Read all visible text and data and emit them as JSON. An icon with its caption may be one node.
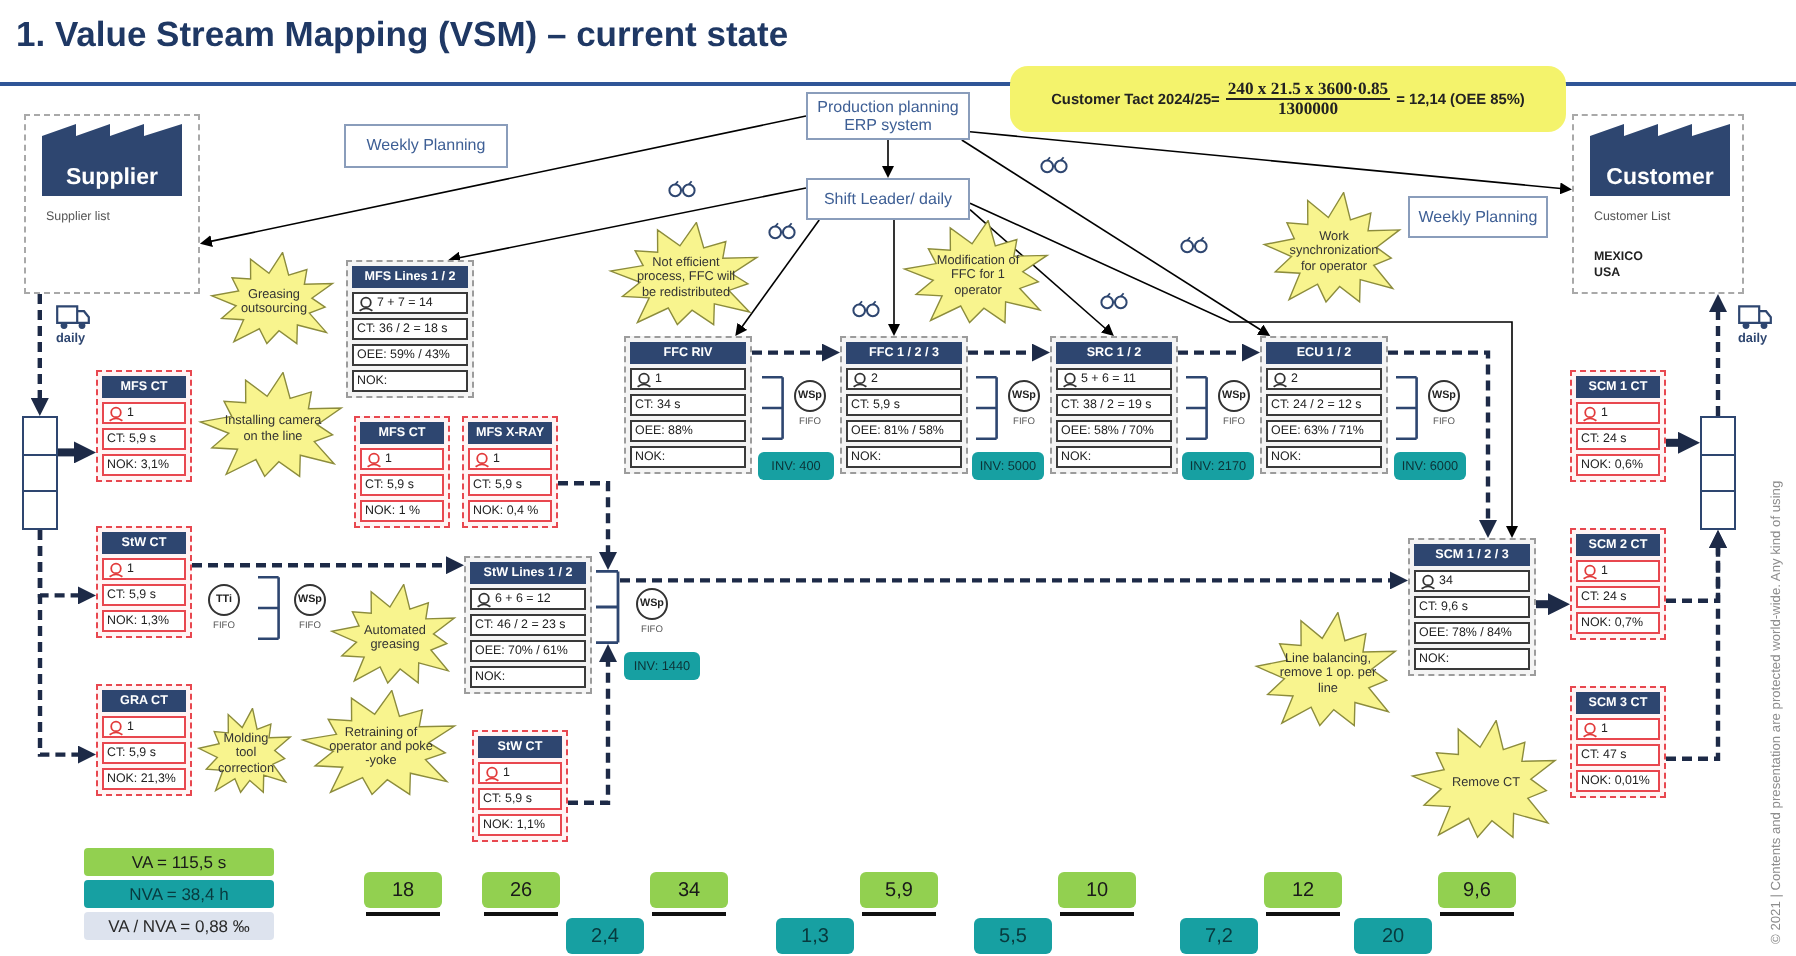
{
  "diagram": {
    "title": "1. Value Stream Mapping (VSM) – current state",
    "nodes": [
      {
        "text": [
          "Supplier",
          "Supplier list"
        ]
      },
      {
        "text": [
          "Weekly Planning"
        ]
      },
      {
        "text": [
          "Production planning ERP system"
        ]
      },
      {
        "text": [
          "Customer Tact 2024/25=",
          "240 x 21.5 x 3600·0.85",
          "1300000",
          "= 12,14 (OEE 85%)"
        ]
      },
      {
        "text": [
          "Customer",
          "Customer List",
          "MEXICO",
          "USA"
        ]
      },
      {
        "text": [
          "Shift Leader/ daily"
        ]
      },
      {
        "text": [
          "Weekly Planning"
        ]
      },
      {
        "text": [
          "Greasing outsourcing"
        ]
      },
      {
        "text": [
          "MFS Lines 1 / 2",
          "7 + 7 = 14",
          "CT: 36 / 2 = 18 s",
          "OEE: 59% / 43%",
          "NOK:"
        ]
      },
      {
        "text": [
          "Not efficient process, FFC will be redistributed"
        ]
      },
      {
        "text": [
          "Modification of FFC for 1 operator"
        ]
      },
      {
        "text": [
          "Work synchronization for operator"
        ]
      },
      {
        "text": [
          "FFC RIV",
          "1",
          "CT: 34 s",
          "OEE: 88%",
          "NOK:"
        ]
      },
      {
        "text": [
          "INV: 400"
        ]
      },
      {
        "text": [
          "FFC 1 / 2 / 3",
          "2",
          "CT: 5,9 s",
          "OEE: 81% / 58%",
          "NOK:"
        ]
      },
      {
        "text": [
          "INV: 5000"
        ]
      },
      {
        "text": [
          "SRC 1 / 2",
          "5 + 6 = 11",
          "CT: 38 / 2 = 19 s",
          "OEE: 58% / 70%",
          "NOK:"
        ]
      },
      {
        "text": [
          "INV: 2170"
        ]
      },
      {
        "text": [
          "ECU 1 / 2",
          "2",
          "CT: 24 / 2 = 12 s",
          "OEE: 63% / 71%",
          "NOK:"
        ]
      },
      {
        "text": [
          "INV: 6000"
        ]
      },
      {
        "text": [],
        "shape": "box"
      },
      {
        "text": [
          "MFS CT",
          "1",
          "CT: 5,9 s",
          "NOK: 3,1%"
        ]
      },
      {
        "text": [
          "Installing camera on the line"
        ]
      },
      {
        "text": [
          "MFS CT",
          "1",
          "CT: 5,9 s",
          "NOK: 1 %"
        ]
      },
      {
        "text": [
          "MFS X-RAY",
          "1",
          "CT: 5,9 s",
          "NOK: 0,4 %"
        ]
      },
      {
        "text": [
          "SCM 1 CT",
          "1",
          "CT: 24 s",
          "NOK: 0,6%"
        ]
      },
      {
        "text": [],
        "shape": "box"
      },
      {
        "text": [
          "StW CT",
          "1",
          "CT: 5,9 s",
          "NOK: 1,3%"
        ]
      },
      {
        "text": [
          "Automated greasing"
        ]
      },
      {
        "text": [
          "StW Lines 1 / 2",
          "6 + 6 = 12",
          "CT: 46 / 2 = 23 s",
          "OEE: 70% / 61%",
          "NOK:"
        ]
      },
      {
        "text": [],
        "shape": "bar"
      },
      {
        "text": [
          "INV: 1440"
        ]
      },
      {
        "text": [
          "SCM 1 / 2 / 3",
          "34",
          "CT: 9,6 s",
          "OEE: 78% / 84%",
          "NOK:"
        ]
      },
      {
        "text": [
          "SCM 2 CT",
          "1",
          "CT: 24 s",
          "NOK: 0,7%"
        ]
      },
      {
        "text": [
          "Line balancing, remove 1 op. per line"
        ]
      },
      {
        "text": [
          "GRA CT",
          "1",
          "CT: 5,9 s",
          "NOK: 21,3%"
        ]
      },
      {
        "text": [
          "Molding tool correction"
        ]
      },
      {
        "text": [
          "Retraining of operator and poke -yoke"
        ]
      },
      {
        "text": [
          "StW CT",
          "1",
          "CT: 5,9 s",
          "NOK: 1,1%"
        ]
      },
      {
        "text": [
          "SCM 3 CT",
          "1",
          "CT: 47 s",
          "NOK: 0,01%"
        ]
      },
      {
        "text": [
          "Remove CT"
        ]
      },
      {
        "text": [
          "VA = 115,5 s"
        ]
      },
      {
        "text": [
          "NVA = 38,4 h"
        ]
      },
      {
        "text": [
          "VA / NVA = 0,88 ‰"
        ]
      },
      {
        "text": [
          "18"
        ]
      },
      {
        "text": [
          "26"
        ]
      },
      {
        "text": [
          "34"
        ]
      },
      {
        "text": [
          "5,9"
        ]
      },
      {
        "text": [
          "10"
        ]
      },
      {
        "text": [
          "12"
        ]
      },
      {
        "text": [
          "9,6"
        ]
      },
      {
        "text": [
          "2,4"
        ]
      },
      {
        "text": [
          "1,3"
        ]
      },
      {
        "text": [
          "5,5"
        ]
      },
      {
        "text": [
          "7,2"
        ]
      },
      {
        "text": [
          "20"
        ]
      }
    ],
    "edges": [
      {
        "from": 2,
        "to": 5,
        "arrow": "to",
        "color": "#000000"
      },
      {
        "from": 2,
        "to": 0,
        "arrow": "to",
        "color": "#000000"
      },
      {
        "from": 2,
        "to": 4,
        "arrow": "to",
        "color": "#000000"
      },
      {
        "from": 5,
        "to": 8,
        "arrow": "to",
        "color": "#000000"
      },
      {
        "from": 5,
        "to": 12,
        "arrow": "to",
        "color": "#000000"
      },
      {
        "from": 5,
        "to": 14,
        "arrow": "to",
        "color": "#000000"
      },
      {
        "from": 5,
        "to": 16,
        "arrow": "to",
        "color": "#000000"
      },
      {
        "from": 2,
        "to": 18,
        "arrow": "to",
        "color": "#000000"
      },
      {
        "from": 5,
        "to": 32,
        "arrow": "to",
        "color": "#000000"
      },
      {
        "from": 12,
        "to": 14,
        "arrow": "to",
        "style": "dashed"
      },
      {
        "from": 14,
        "to": 16,
        "arrow": "to",
        "style": "dashed"
      },
      {
        "from": 16,
        "to": 18,
        "arrow": "to",
        "style": "dashed"
      },
      {
        "from": 18,
        "to": 32,
        "arrow": "to",
        "style": "dashed"
      },
      {
        "from": 0,
        "to": 20,
        "arrow": "to",
        "style": "dashed"
      },
      {
        "from": 20,
        "to": 21,
        "arrow": "to",
        "style": "thick"
      },
      {
        "from": 20,
        "to": 27,
        "arrow": "to",
        "style": "dashed"
      },
      {
        "from": 20,
        "to": 35,
        "arrow": "to",
        "style": "dashed"
      },
      {
        "from": 27,
        "to": 29,
        "arrow": "to",
        "style": "dashed"
      },
      {
        "from": 24,
        "to": 30,
        "arrow": "to",
        "style": "dashed"
      },
      {
        "from": 38,
        "to": 30,
        "arrow": "to",
        "style": "dashed"
      },
      {
        "from": 30,
        "to": 32,
        "arrow": "to",
        "style": "dashed"
      },
      {
        "from": 32,
        "to": 33,
        "arrow": "to",
        "style": "thick"
      },
      {
        "from": 25,
        "to": 26,
        "arrow": "to",
        "style": "thick"
      },
      {
        "from": 33,
        "to": 26,
        "arrow": "to",
        "style": "dashed"
      },
      {
        "from": 39,
        "to": 26,
        "arrow": "to",
        "style": "dashed"
      },
      {
        "from": 26,
        "to": 4,
        "arrow": "to",
        "style": "dashed"
      }
    ],
    "labels": [
      "daily",
      "WSp",
      "FIFO",
      "WSp",
      "FIFO",
      "WSp",
      "FIFO",
      "WSp",
      "FIFO",
      "daily",
      "TTi",
      "FIFO",
      "WSp",
      "FIFO",
      "WSp",
      "FIFO",
      "© 2021 | Contents and presentation are protected world-wide. Any kind of using"
    ]
  }
}
